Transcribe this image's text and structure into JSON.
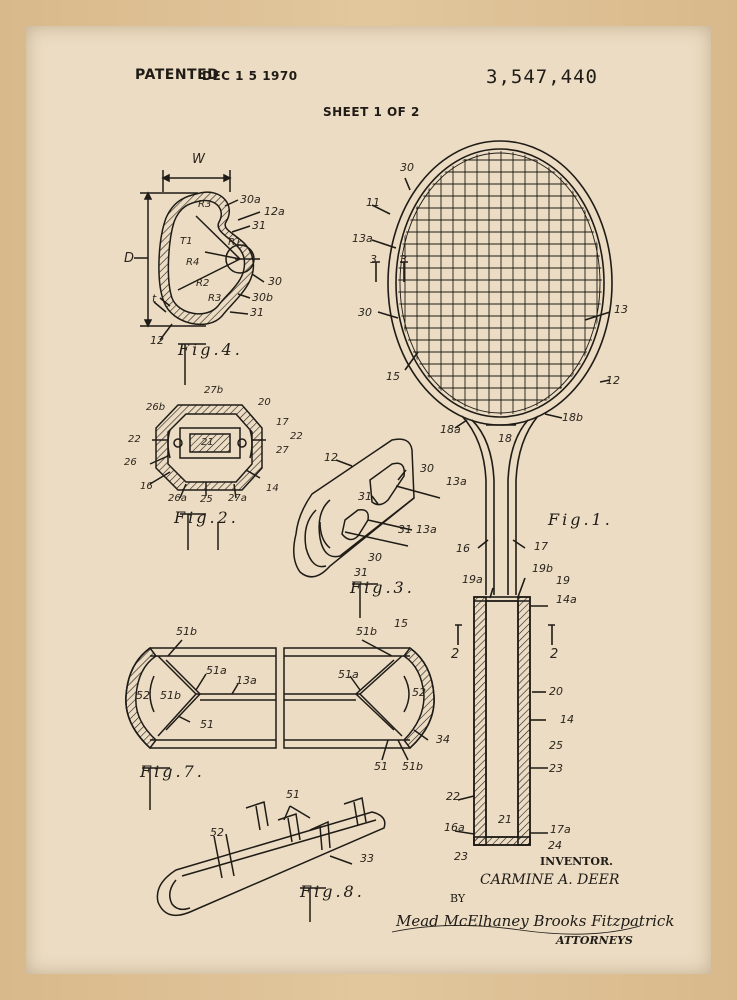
{
  "header": {
    "patented": "PATENTED",
    "date": "DEC 1 5 1970",
    "patent_number": "3,547,440",
    "sheet": "SHEET 1 OF 2"
  },
  "figures": {
    "fig1": "Fig.1.",
    "fig2": "Fig.2.",
    "fig3": "Fig.3.",
    "fig4": "Fig.4.",
    "fig7": "Fig.7.",
    "fig8": "Fig.8."
  },
  "labels": {
    "fig4": [
      "W",
      "D",
      "30a",
      "12a",
      "31",
      "R3",
      "T1",
      "R1",
      "R4",
      "R2",
      "R3",
      "30",
      "30b",
      "31",
      "t",
      "12"
    ],
    "fig2": [
      "27b",
      "26b",
      "20",
      "17",
      "22",
      "22",
      "21",
      "27",
      "26",
      "16",
      "26a",
      "25",
      "27a",
      "14"
    ],
    "fig3": [
      "12",
      "30",
      "13a",
      "31",
      "31",
      "13a",
      "30",
      "31"
    ],
    "fig1": [
      "30",
      "11",
      "13a",
      "3",
      "3",
      "30",
      "13",
      "15",
      "12",
      "18a",
      "18",
      "18b",
      "16",
      "17",
      "19a",
      "19b",
      "19",
      "14a",
      "2",
      "2",
      "20",
      "14",
      "25",
      "23",
      "22",
      "21",
      "17a",
      "16a",
      "24",
      "23"
    ],
    "fig7": [
      "51b",
      "51a",
      "13a",
      "52",
      "51b",
      "51",
      "51b",
      "15",
      "51a",
      "52",
      "34",
      "51",
      "51b"
    ],
    "fig8": [
      "51",
      "52",
      "33"
    ]
  },
  "footer": {
    "inventor_label": "INVENTOR.",
    "inventor_name": "CARMINE A. DEER",
    "by": "BY",
    "attorney_signature": "Mead McElhaney Brooks Fitzpatrick",
    "attorneys_label": "ATTORNEYS"
  },
  "colors": {
    "frame": "#d9b98c",
    "paper": "#ebdcc3",
    "ink": "#1f1b16"
  }
}
